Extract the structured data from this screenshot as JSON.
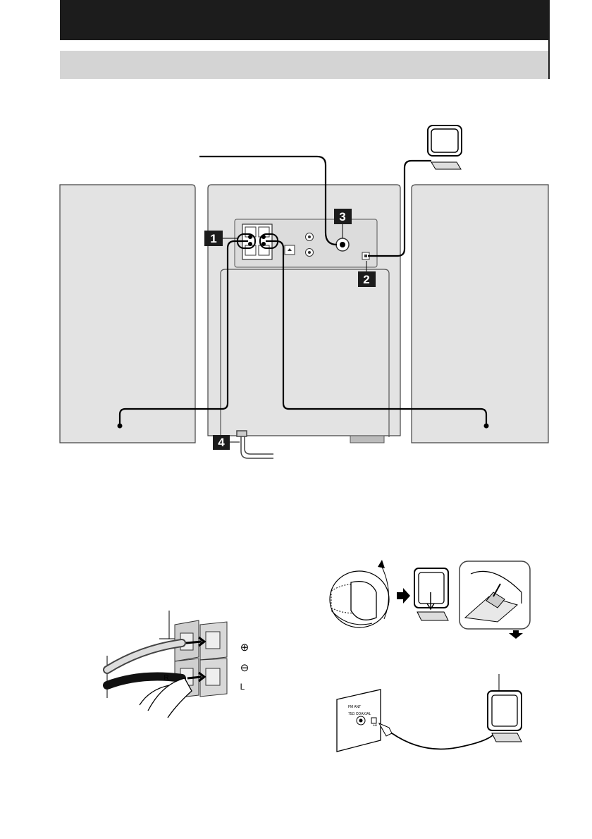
{
  "header": {
    "title": ""
  },
  "subheader": {
    "title": ""
  },
  "callouts": {
    "n1": "1",
    "n2": "2",
    "n3": "3",
    "n4": "4"
  },
  "terminal_labels": {
    "plus": "⊕",
    "minus": "⊖",
    "r": "R",
    "l": "L"
  },
  "am_antenna_jack": {
    "fm_ant": "FM ANT",
    "coaxial": "75Ω COAXIAL",
    "am": "AM"
  },
  "colors": {
    "header": "#1c1c1c",
    "subheader": "#d4d4d4",
    "panel": "#e3e3e3",
    "outline": "#3a3a3a"
  },
  "icons": [
    "arrow-right-icon",
    "arrow-down-icon"
  ]
}
